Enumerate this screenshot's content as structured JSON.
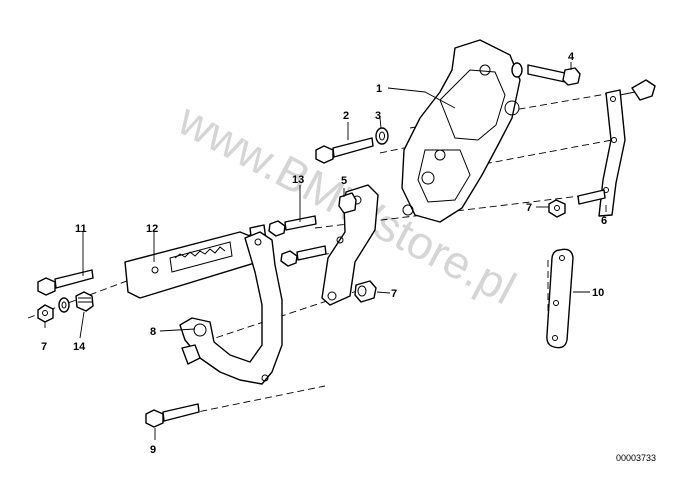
{
  "diagram": {
    "callouts": [
      "1",
      "2",
      "3",
      "4",
      "5",
      "6",
      "7",
      "7",
      "7",
      "8",
      "9",
      "10",
      "11",
      "12",
      "13",
      "14"
    ],
    "reference_code": "00003733",
    "watermark": "www.BMWstore.pl"
  }
}
